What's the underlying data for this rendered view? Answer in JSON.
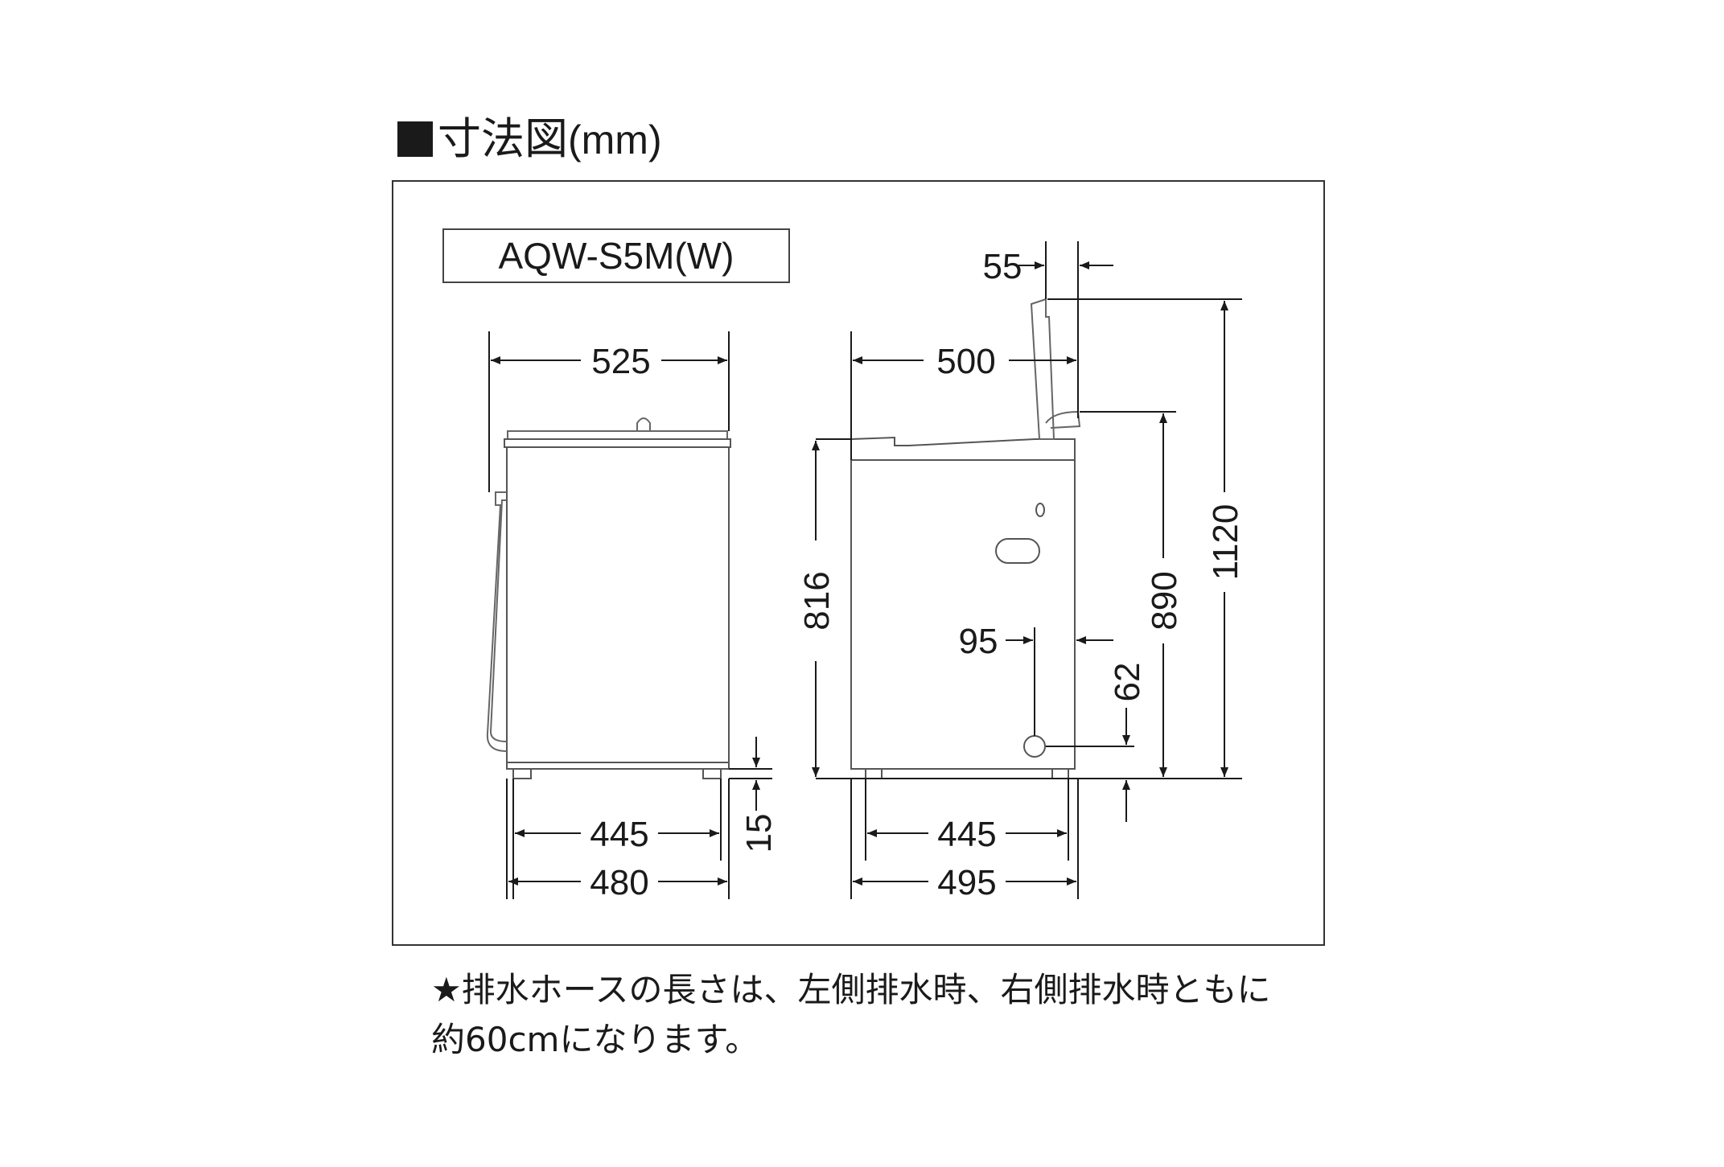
{
  "heading": {
    "title": "寸法図",
    "unit": "(mm)"
  },
  "model": "AQW-S5M(W)",
  "dimensions": {
    "front_top_width": "525",
    "front_foot_inner": "445",
    "front_foot_outer": "480",
    "foot_height": "15",
    "side_depth_top": "500",
    "lid_thickness": "55",
    "height_body": "816",
    "height_top": "890",
    "height_lid_open": "1120",
    "drain_offset_x": "95",
    "drain_height": "62",
    "side_foot_inner": "445",
    "side_foot_outer": "495"
  },
  "note": {
    "line1": "★排水ホースの長さは、左側排水時、右側排水時ともに",
    "line2": "約60cmになります。"
  },
  "colors": {
    "line": "#1a1a1a",
    "body_outline": "#555555"
  }
}
